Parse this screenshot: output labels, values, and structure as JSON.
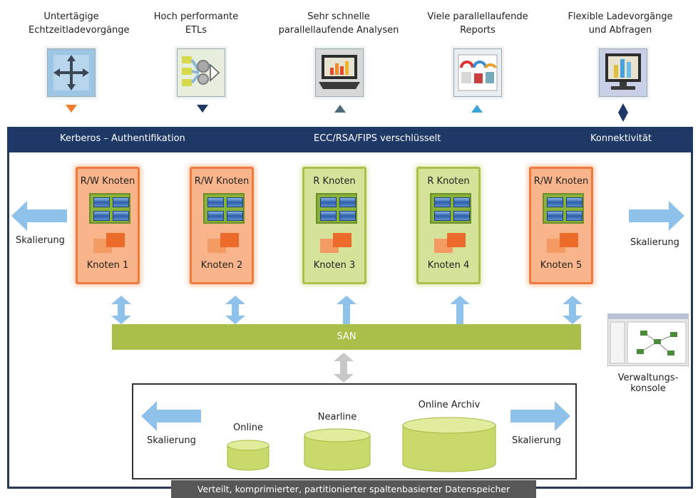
{
  "top_items": [
    {
      "line1": "Untertägige",
      "line2": "Echtzeitladevorgänge",
      "icon": "cross-arrows-icon",
      "marker": "triangle-down",
      "marker_color": "#f07d2c"
    },
    {
      "line1": "Hoch performante",
      "line2": "ETLs",
      "icon": "gears-funnel-icon",
      "marker": "triangle-down",
      "marker_color": "#1f3966"
    },
    {
      "line1": "Sehr schnelle",
      "line2": "parallellaufende Analysen",
      "icon": "laptop-chart-icon",
      "marker": "triangle-up",
      "marker_color": "#4f6a75"
    },
    {
      "line1": "Viele parallellaufende",
      "line2": "Reports",
      "icon": "report-dashboard-icon",
      "marker": "triangle-up",
      "marker_color": "#3aa3d8"
    },
    {
      "line1": "Flexible Ladevorgänge",
      "line2": "und Abfragen",
      "icon": "monitor-bars-icon",
      "marker": "diamond",
      "marker_color": "#1f3966"
    }
  ],
  "header_bar": {
    "left": "Kerberos – Authentifikation",
    "center": "ECC/RSA/FIPS verschlüsselt",
    "right": "Konnektivität"
  },
  "nodes": [
    {
      "title": "R/W Knoten",
      "label": "Knoten 1",
      "style": "orange"
    },
    {
      "title": "R/W Knoten",
      "label": "Knoten 2",
      "style": "orange"
    },
    {
      "title": "R Knoten",
      "label": "Knoten 3",
      "style": "green"
    },
    {
      "title": "R Knoten",
      "label": "Knoten 4",
      "style": "green"
    },
    {
      "title": "R/W Knoten",
      "label": "Knoten 5",
      "style": "orange"
    }
  ],
  "scaling": {
    "left": "Skalierung",
    "right": "Skalierung"
  },
  "san": "SAN",
  "console": {
    "line1": "Verwaltungs-",
    "line2": "konsole",
    "icon": "management-console-icon"
  },
  "storage": {
    "scaling_left": "Skalierung",
    "scaling_right": "Skalierung",
    "online": "Online",
    "nearline": "Nearline",
    "archive": "Online Archiv",
    "footer": "Verteilt, komprimierter, partitionierter spaltenbasierter Datenspeicher"
  },
  "colors": {
    "navy": "#1f3966",
    "orange": "#ef7a3d",
    "green": "#a9c04c",
    "arrow_blue": "#8ec2ea",
    "arrow_gray": "#c8c8c8"
  }
}
